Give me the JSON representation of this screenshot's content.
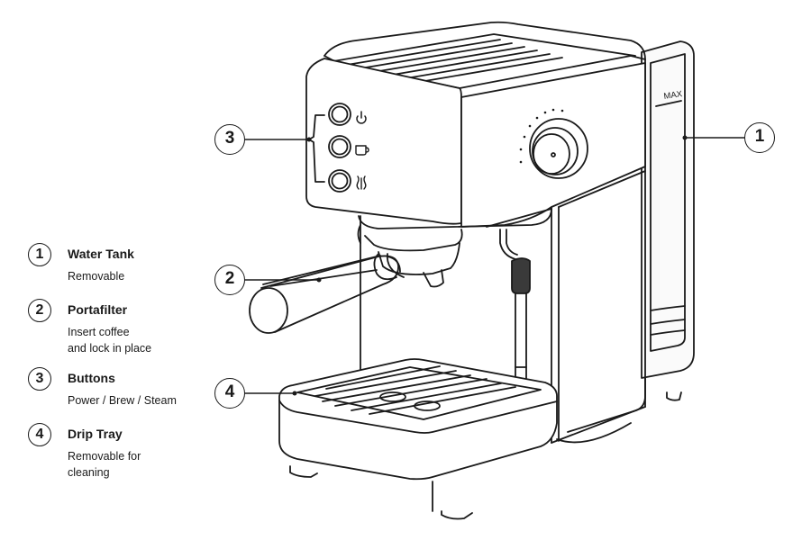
{
  "legend": [
    {
      "num": "1",
      "title": "Water Tank",
      "desc": "Removable"
    },
    {
      "num": "2",
      "title": "Portafilter",
      "desc": "Insert coffee\nand lock in place"
    },
    {
      "num": "3",
      "title": "Buttons",
      "desc": "Power / Brew / Steam"
    },
    {
      "num": "4",
      "title": "Drip Tray",
      "desc": "Removable for\ncleaning"
    }
  ],
  "callouts": {
    "water_tank": "1",
    "portafilter": "2",
    "buttons": "3",
    "drip_tray": "4"
  },
  "tank_marking": "MAX",
  "icons": [
    "power-icon",
    "cup-icon",
    "steam-icon"
  ],
  "colors": {
    "line": "#1a1a1a",
    "background": "#ffffff",
    "handle": "#3a3a3a"
  }
}
